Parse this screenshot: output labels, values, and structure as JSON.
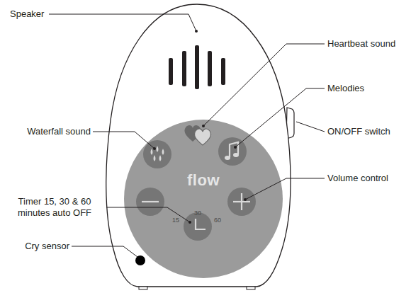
{
  "diagram": {
    "labels": [
      "Speaker",
      "Heartbeat sound",
      "Melodies",
      "Waterfall sound",
      "ON/OFF switch",
      "Volume control",
      "Timer 15, 30 & 60 minutes auto OFF",
      "Cry sensor",
      "flow",
      "30",
      "15",
      "60"
    ]
  }
}
